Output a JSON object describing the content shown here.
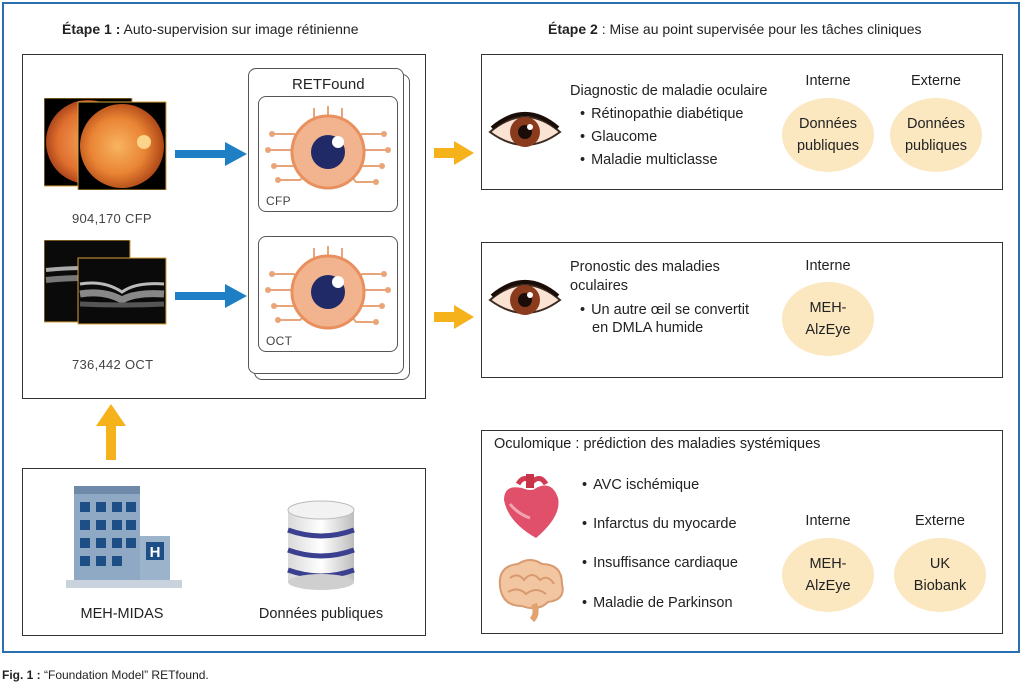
{
  "step1": {
    "prefix": "Étape 1 :",
    "title": " Auto-supervision sur image rétinienne"
  },
  "step2": {
    "prefix": "Étape 2",
    "title": " : Mise au point supervisée pour les tâches cliniques"
  },
  "images": {
    "cfp_label": "904,170 CFP",
    "oct_label": "736,442 OCT"
  },
  "model": {
    "name": "RETFound",
    "cfp_tag": "CFP",
    "oct_tag": "OCT"
  },
  "sources": {
    "hospital": "MEH-MIDAS",
    "public": "Données publiques"
  },
  "task1": {
    "title": "Diagnostic de maladie oculaire",
    "items": [
      "Rétinopathie diabétique",
      "Glaucome",
      "Maladie multiclasse"
    ],
    "internal_label": "Interne",
    "external_label": "Externe",
    "internal_pill": [
      "Données",
      "publiques"
    ],
    "external_pill": [
      "Données",
      "publiques"
    ]
  },
  "task2": {
    "title": [
      "Pronostic des maladies",
      "oculaires"
    ],
    "items": [
      "Un autre œil se convertit",
      "en DMLA humide"
    ],
    "internal_label": "Interne",
    "internal_pill": [
      "MEH-",
      "AlzEye"
    ]
  },
  "task3": {
    "title": "Oculomique : prédiction des maladies systémiques",
    "items": [
      "AVC ischémique",
      "Infarctus du myocarde",
      "Insuffisance cardiaque",
      "Maladie de Parkinson"
    ],
    "internal_label": "Interne",
    "external_label": "Externe",
    "internal_pill": [
      "MEH-",
      "AlzEye"
    ],
    "external_pill": [
      "UK",
      "Biobank"
    ]
  },
  "caption": {
    "prefix": "Fig. 1 :",
    "text": " “Foundation Model” RETfound."
  },
  "colors": {
    "frame": "#2a6fb0",
    "blue_arrow": "#1f7fc4",
    "orange_arrow": "#f5b21b",
    "pill": "#fbe8c1",
    "eye_ring": "#e8a57a"
  },
  "icons": [
    "eye-icon",
    "heart-icon",
    "brain-icon",
    "hospital-icon",
    "database-icon",
    "fundus-image",
    "oct-image",
    "retfound-eye-icon"
  ]
}
